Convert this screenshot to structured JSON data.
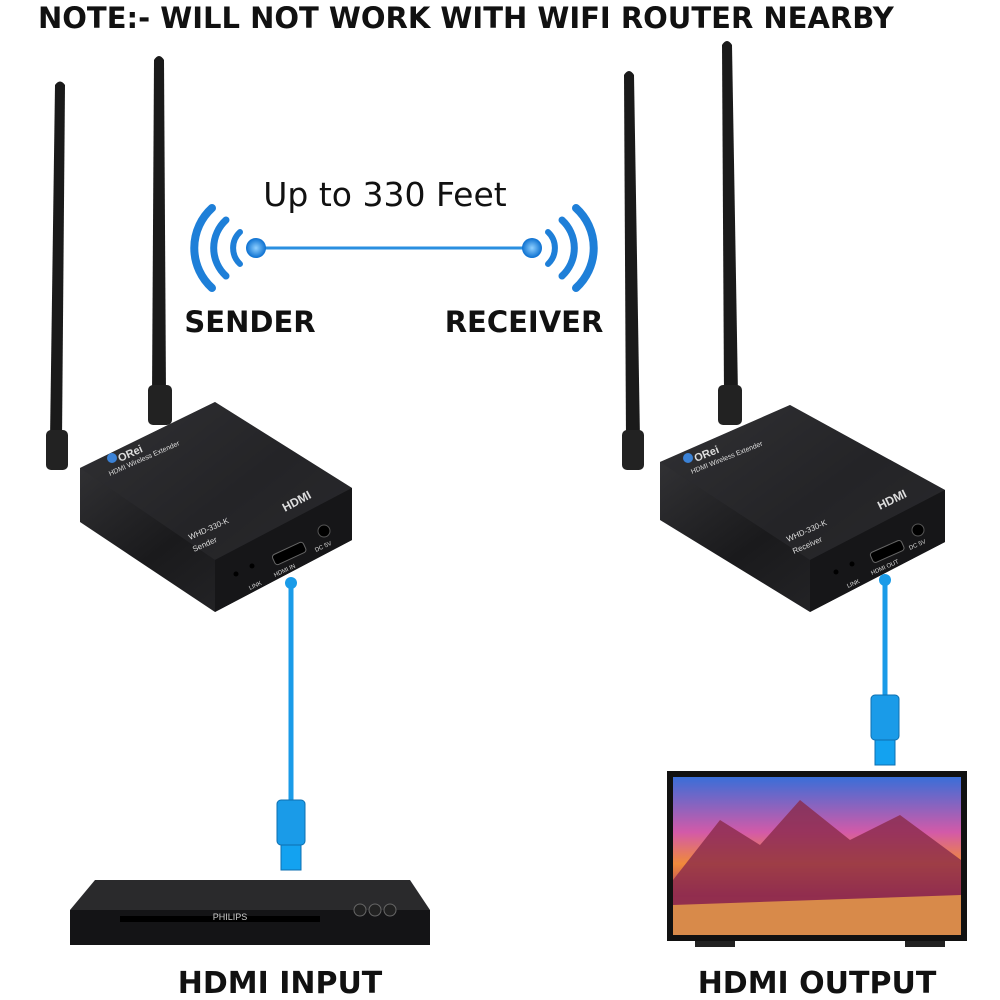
{
  "note": "NOTE:- WILL NOT WORK WITH WIFI ROUTER NEARBY",
  "range_label": "Up to 330 Feet",
  "sender": {
    "label": "SENDER",
    "brand": "ORei",
    "product": "HDMI Wireless Extender",
    "hdmi_logo": "HDMI",
    "model": "WHD-330-K",
    "role": "Sender",
    "port": "HDMI IN",
    "power": "DC 5V",
    "led": "LINK"
  },
  "receiver": {
    "label": "RECEIVER",
    "brand": "ORei",
    "product": "HDMI Wireless Extender",
    "hdmi_logo": "HDMI",
    "model": "WHD-330-K",
    "role": "Receiver",
    "port": "HDMI OUT",
    "power": "DC 5V",
    "led": "LINK"
  },
  "source_device": {
    "brand": "PHILIPS",
    "label": "HDMI INPUT"
  },
  "display_device": {
    "label": "HDMI OUTPUT"
  },
  "colors": {
    "signal_blue": "#1e8fe0",
    "cable_blue": "#1a9be8",
    "device_black": "#1c1c1e",
    "text": "#111111"
  }
}
